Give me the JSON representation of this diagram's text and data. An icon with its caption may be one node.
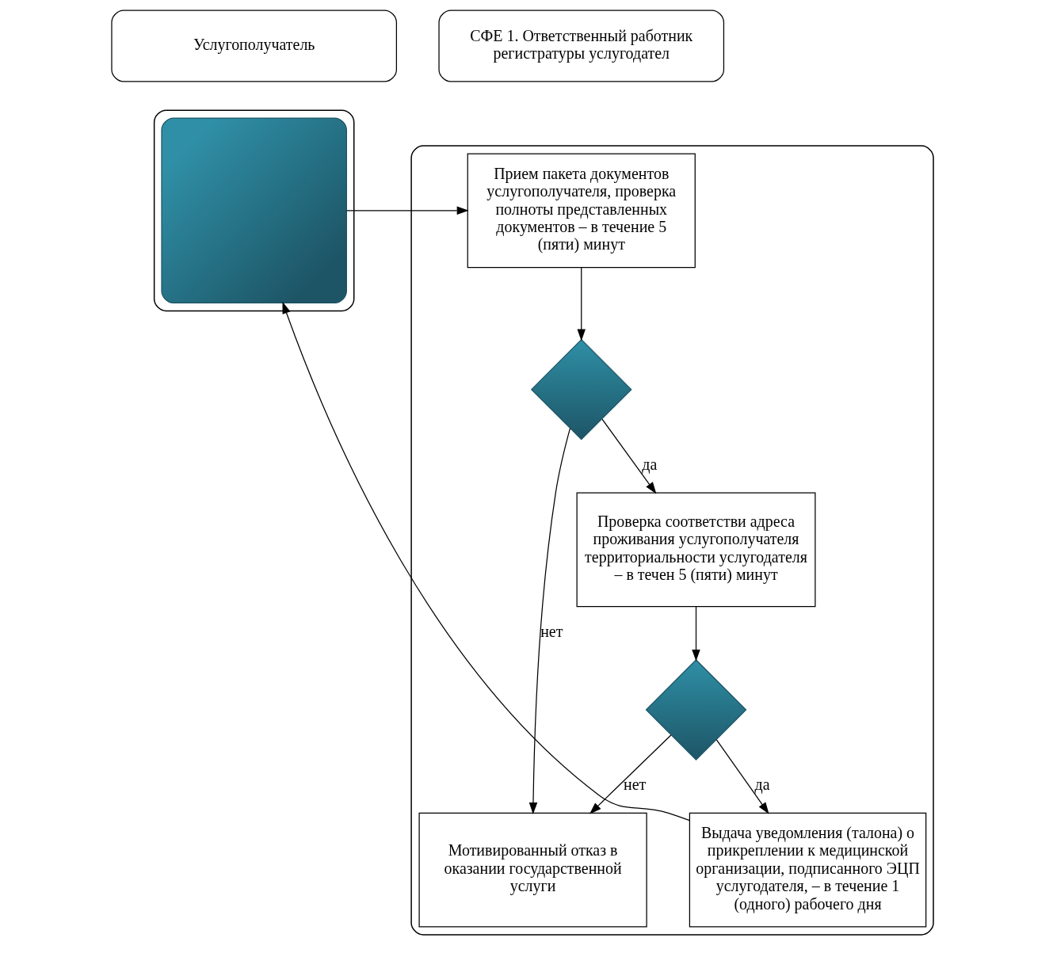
{
  "diagram": {
    "nodes": [
      {
        "text": [
          "Услугополучатель"
        ]
      },
      {
        "text": [
          "СФЕ 1. Ответственный работник регистратуры услугодател"
        ]
      },
      {
        "text": [],
        "shape": "box"
      },
      {
        "text": [],
        "shape": "box"
      },
      {
        "text": [],
        "shape": "box",
        "in": 2
      },
      {
        "text": [
          "Прием пакета документов услугополучателя, проверка полноты представленных документов – в течение 5 (пяти) минут"
        ],
        "in": 3
      },
      {
        "text": [],
        "shape": "diamond",
        "in": 3
      },
      {
        "text": [
          "Мотивированный отказ в оказании государственной услуги"
        ],
        "in": 3
      },
      {
        "text": [
          "Проверка соответстви адреса проживания услугополучателя территориальности услугодателя – в течен 5 (пяти) минут"
        ],
        "in": 3
      },
      {
        "text": [],
        "shape": "diamond",
        "in": 3
      },
      {
        "text": [
          "Выдача уведомления (талона) о прикреплении к медицинской организации, подписанного ЭЦП услугодателя, – в течение 1 (одного) рабочего дня"
        ],
        "in": 3
      }
    ],
    "edges": [
      {
        "from": 4,
        "to": 5,
        "arrow": "to"
      },
      {
        "from": 5,
        "to": 6,
        "arrow": "to"
      },
      {
        "from": 6,
        "to": 7,
        "arrow": "to",
        "label": "нет"
      },
      {
        "from": 6,
        "to": 8,
        "arrow": "to",
        "label": "да"
      },
      {
        "from": 8,
        "to": 9,
        "arrow": "to"
      },
      {
        "from": 9,
        "to": 7,
        "arrow": "to",
        "label": "нет"
      },
      {
        "from": 9,
        "to": 10,
        "arrow": "to",
        "label": "да"
      },
      {
        "from": 10,
        "to": 4,
        "arrow": "to"
      }
    ]
  }
}
